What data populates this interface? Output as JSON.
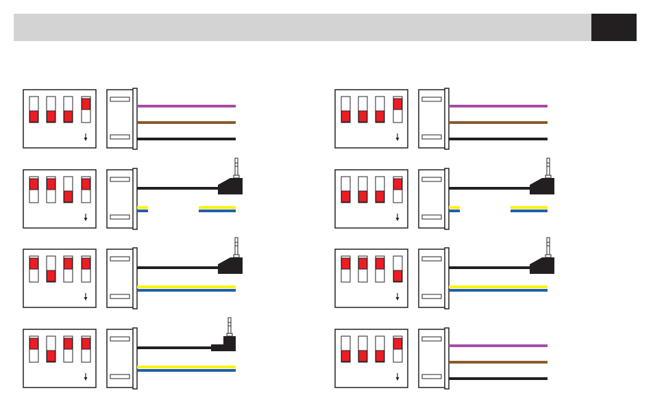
{
  "header": {
    "bar_color": "#d3d3d3",
    "tab_color": "#231f20"
  },
  "colors": {
    "switch_on": "#ed1c24",
    "outline": "#231f20",
    "wire_purple": "#a64ca6",
    "wire_brown": "#8b5a2b",
    "wire_black": "#231f20",
    "wire_yellow": "#fff200",
    "wire_blue": "#1f5fa8"
  },
  "panels": [
    {
      "id": "left-1",
      "switches": [
        "down",
        "down",
        "down",
        "up"
      ],
      "cable": "three-wire"
    },
    {
      "id": "left-2",
      "switches": [
        "up",
        "up",
        "down",
        "up"
      ],
      "cable": "jack-split"
    },
    {
      "id": "left-3",
      "switches": [
        "up",
        "down",
        "up",
        "up"
      ],
      "cable": "jack-full"
    },
    {
      "id": "left-4",
      "switches": [
        "up",
        "down",
        "up",
        "up"
      ],
      "cable": "jack-vertical"
    },
    {
      "id": "right-1",
      "switches": [
        "down",
        "down",
        "down",
        "up"
      ],
      "cable": "three-wire"
    },
    {
      "id": "right-2",
      "switches": [
        "down",
        "down",
        "down",
        "up"
      ],
      "cable": "jack-split"
    },
    {
      "id": "right-3",
      "switches": [
        "up",
        "up",
        "up",
        "down"
      ],
      "cable": "jack-full"
    },
    {
      "id": "right-4",
      "switches": [
        "down",
        "down",
        "down",
        "up"
      ],
      "cable": "three-wire"
    }
  ]
}
